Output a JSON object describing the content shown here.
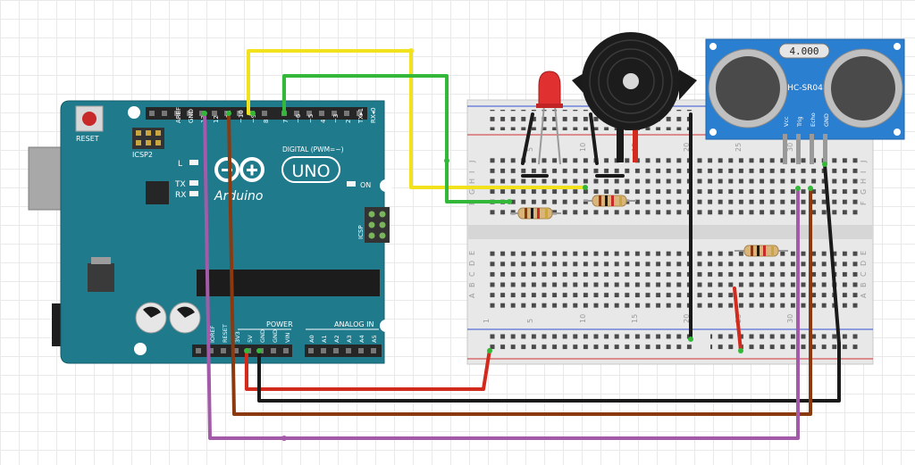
{
  "arduino": {
    "reset_label": "RESET",
    "icsp2_label": "ICSP2",
    "icsp_label": "ICSP",
    "aref_label": "AREF",
    "gnd_label": "GND",
    "pin13_label": "13",
    "pin12_label": "12",
    "pin11_label": "~11",
    "pin10_label": "~10",
    "pin9_label": "~9",
    "pin8_label": "8",
    "pin7_label": "7",
    "pin6_label": "~6",
    "pin5_label": "~5",
    "pin4_label": "4",
    "pin3_label": "~3",
    "pin2_label": "2",
    "tx1_label": "TX▸1",
    "rx0_label": "RX◂0",
    "digital_label": "DIGITAL (PWM=~)",
    "l_label": "L",
    "tx_label": "TX",
    "rx_label": "RX",
    "on_label": "ON",
    "logo_text": "Arduino",
    "model_text": "UNO",
    "power_label": "POWER",
    "analog_label": "ANALOG IN",
    "power_pins": [
      "IOREF",
      "RESET",
      "3V3",
      "5V",
      "GND",
      "GND",
      "VIN"
    ],
    "analog_pins": [
      "A0",
      "A1",
      "A2",
      "A3",
      "A4",
      "A5"
    ]
  },
  "breadboard": {
    "top_numbers": [
      "5",
      "10",
      "15",
      "20",
      "25",
      "30"
    ],
    "bottom_numbers": [
      "1",
      "5",
      "10",
      "15",
      "20",
      "25",
      "30"
    ],
    "row_letters_top": [
      "J",
      "I",
      "H",
      "G",
      "F"
    ],
    "row_letters_bottom": [
      "E",
      "D",
      "C",
      "B",
      "A"
    ]
  },
  "sensor": {
    "display": "4.000",
    "model": "HC-SR04",
    "pins": [
      "Vcc",
      "Trig",
      "Echo",
      "GND"
    ]
  },
  "colors": {
    "board": "#1f7a8c",
    "sensor": "#2a7fd0",
    "wire_red": "#d32a1e",
    "wire_black": "#1a1a1a",
    "wire_yellow": "#f2e21d",
    "wire_green": "#34b83a",
    "wire_brown": "#8b3a10",
    "wire_purple": "#a35aa8"
  }
}
